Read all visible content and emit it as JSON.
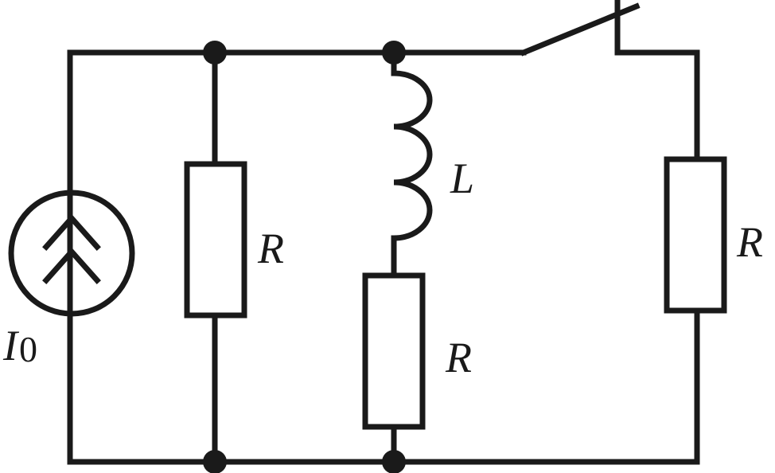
{
  "diagram": {
    "labels": {
      "source": "I",
      "source_sub": "0",
      "resistor_left": "R",
      "inductor": "L",
      "resistor_middle": "R",
      "resistor_right": "R"
    },
    "colors": {
      "ink": "#1a1a1a",
      "background": "#ffffff"
    }
  }
}
